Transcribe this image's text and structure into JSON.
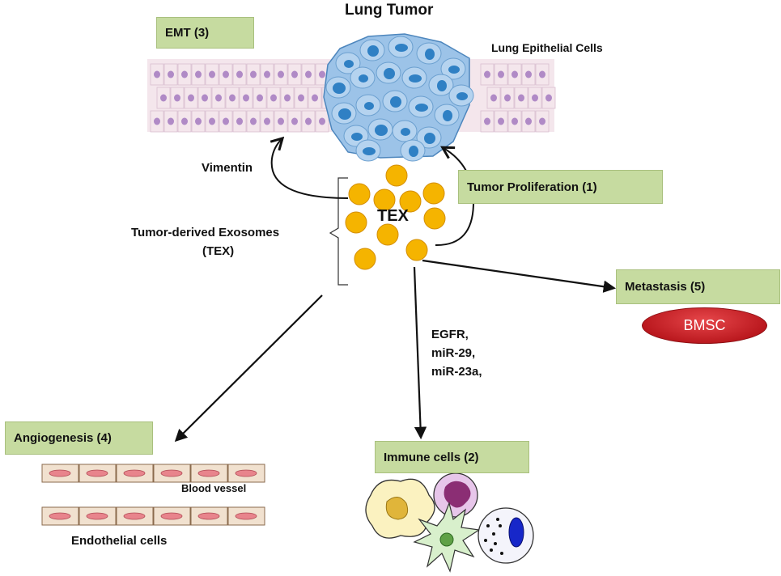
{
  "title": "Lung Tumor",
  "labels": {
    "lung_epithelial": "Lung Epithelial Cells",
    "vimentin": "Vimentin",
    "tex_center": "TEX",
    "tex_desc_line1": "Tumor-derived  Exosomes",
    "tex_desc_line2": "(TEX)",
    "mirna_1": "EGFR,",
    "mirna_2": "miR-29,",
    "mirna_3": "miR-23a,",
    "blood_vessel": "Blood vessel",
    "endothelial": "Endothelial cells",
    "bmsc": "BMSC"
  },
  "effects": {
    "emt": "EMT (3)",
    "tumor_proliferation": "Tumor Proliferation (1)",
    "metastasis": "Metastasis (5)",
    "angiogenesis": "Angiogenesis (4)",
    "immune": "Immune cells (2)"
  },
  "colors": {
    "effect_box": "#c6dba0",
    "exosome": "#f5b400",
    "tumor_cell": "#9cc3e8",
    "tumor_nucleus": "#2f80c4",
    "epithelium": "#f4e6ec",
    "epithelial_nucleus": "#b08ac6",
    "bmsc": "#c81e24"
  }
}
